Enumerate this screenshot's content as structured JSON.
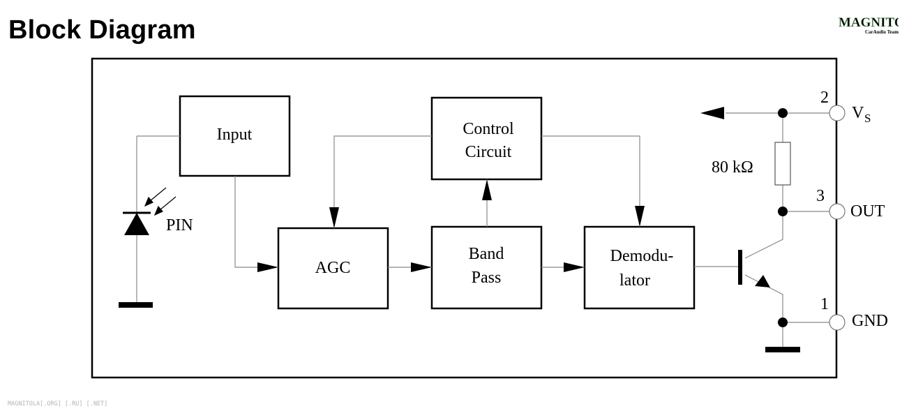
{
  "title": "Block Diagram",
  "watermark": {
    "brand": "MAGNITOLA",
    "tagline": "CarAudio Team"
  },
  "footer": "MAGNITOLA[.ORG] [.RU] [.NET]",
  "blocks": {
    "input": "Input",
    "agc": "AGC",
    "control_line1": "Control",
    "control_line2": "Circuit",
    "bandpass_line1": "Band",
    "bandpass_line2": "Pass",
    "demod_line1": "Demodu-",
    "demod_line2": "lator"
  },
  "labels": {
    "pin": "PIN",
    "resistor": "80 kΩ"
  },
  "pins": {
    "vs": {
      "number": "2",
      "name_main": "V",
      "name_sub": "S"
    },
    "out": {
      "number": "3",
      "name": "OUT"
    },
    "gnd": {
      "number": "1",
      "name": "GND"
    }
  }
}
